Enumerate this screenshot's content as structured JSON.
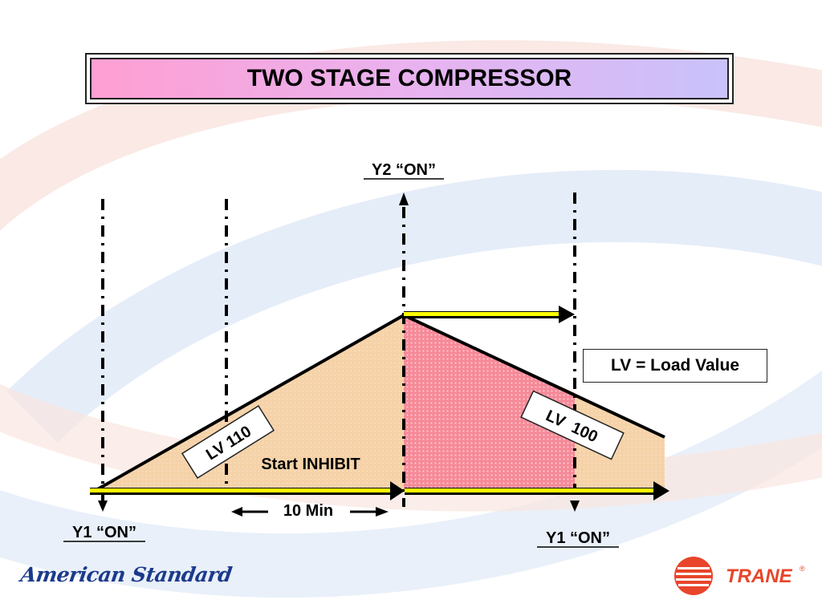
{
  "title": "TWO STAGE COMPRESSOR",
  "labels": {
    "y2_on": "Y2 “ON”",
    "y1_on_left": "Y1 “ON”",
    "y1_on_right": "Y1 “ON”",
    "lv_110": "LV 110",
    "lv_100": "LV  100",
    "start_inhibit": "Start INHIBIT",
    "ten_min": "10 Min"
  },
  "legend": "LV = Load Value",
  "logos": {
    "american_standard": "American Standard",
    "trane": "TRANE",
    "trane_mark": "®"
  },
  "colors": {
    "inhibit_fill": "#f5d2a8",
    "stage2_fill": "#f58a98",
    "arrow_yellow": "#ffff00",
    "trane_red": "#e8452b",
    "american_standard_blue": "#1c3a8c",
    "title_gradient_start": "#ff9fd2",
    "title_gradient_end": "#c9c2fb"
  }
}
